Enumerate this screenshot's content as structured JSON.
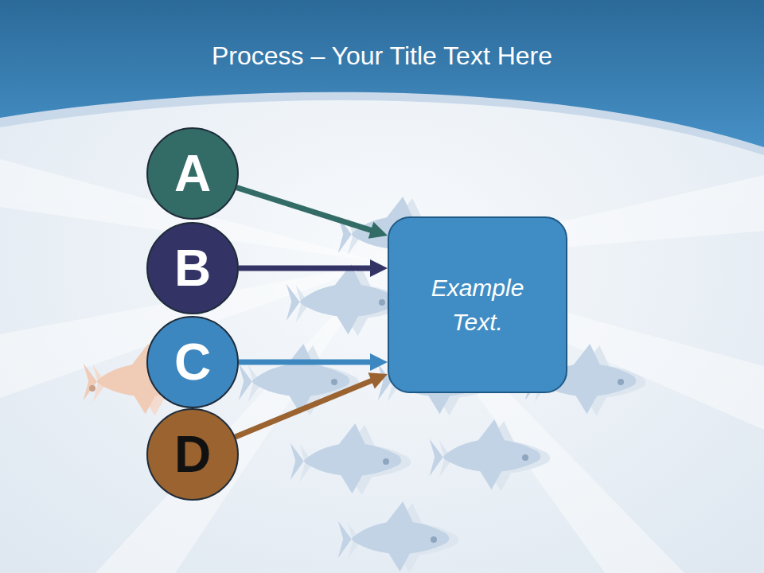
{
  "diagram": {
    "title": "Process – Your Title Text Here",
    "nodes": [
      {
        "text": [
          "A"
        ]
      },
      {
        "text": [
          "B"
        ]
      },
      {
        "text": [
          "C"
        ]
      },
      {
        "text": [
          "D"
        ]
      },
      {
        "text": [
          "Example Text."
        ]
      }
    ],
    "edges": [
      {
        "from": 0,
        "to": 4,
        "arrow": "to"
      },
      {
        "from": 1,
        "to": 4,
        "arrow": "to"
      },
      {
        "from": 2,
        "to": 4,
        "arrow": "to"
      },
      {
        "from": 3,
        "to": 4,
        "arrow": "to"
      }
    ]
  }
}
